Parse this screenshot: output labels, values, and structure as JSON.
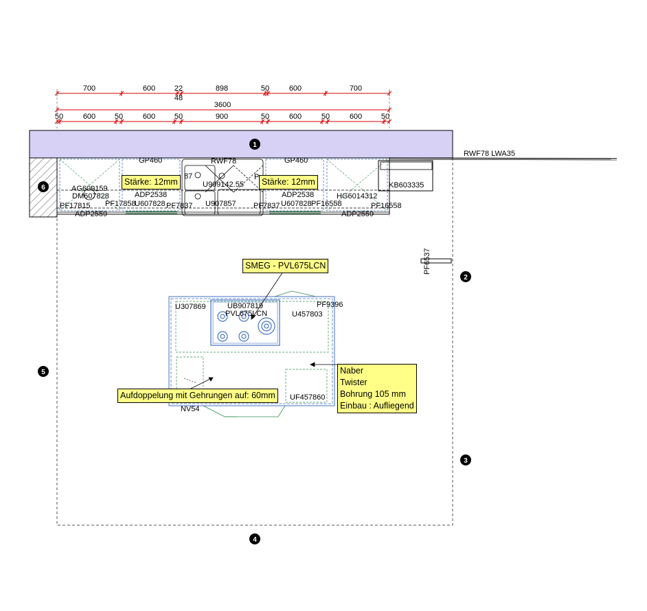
{
  "dims": {
    "top_row": [
      "700",
      "600",
      "22",
      "898",
      "50",
      "600",
      "700"
    ],
    "top_row_extra": "48",
    "total": "3600",
    "third_row": [
      "50",
      "600",
      "50",
      "600",
      "50",
      "900",
      "50",
      "600",
      "50",
      "600",
      "50"
    ]
  },
  "markers": [
    "1",
    "2",
    "3",
    "4",
    "5",
    "6"
  ],
  "wall_labels": {
    "right_pipe": "RWF78 LWA35",
    "right_wall_item": "PF6537"
  },
  "counter_labels": {
    "gp_left": "GP460",
    "rwf": "RWF78",
    "gp_right": "GP460",
    "ag": "AG609159",
    "dm": "DM607828",
    "adp_left_top": "ADP2538",
    "u909": "U909142.55",
    "p_frag": "P",
    "adp_right_top": "ADP2538",
    "hg": "HG6014312",
    "kb": "KB603335",
    "pf17815": "PF17815",
    "pf17858": "PF17858",
    "u607828_left": "U607828",
    "pf7837_left": "PF7837",
    "u907857": "U907857",
    "pf7837_right": "PF7837",
    "u607828_right": "U607828",
    "pf16558_mid": "PF16558",
    "pf16558_right": "PF16558",
    "adp_left_bottom": "ADP2559",
    "adp_right_bottom": "ADP2559",
    "frag_87": "87"
  },
  "island_labels": {
    "u307869": "U307869",
    "ub907819": "UB907819",
    "pvl": "PVL675LCN",
    "u457803": "U457803",
    "pf9396": "PF9396",
    "uf457860": "UF457860",
    "nv54": "NV54"
  },
  "callouts": {
    "staerke_left": "Stärke: 12mm",
    "staerke_right": "Stärke: 12mm",
    "smeg": "SMEG - PVL675LCN",
    "aufdoppelung": "Aufdoppelung mit Gehrungen auf: 60mm",
    "naber_lines": [
      "Naber",
      "Twister",
      "Bohrung 105 mm",
      "Einbau : Aufliegend"
    ]
  }
}
